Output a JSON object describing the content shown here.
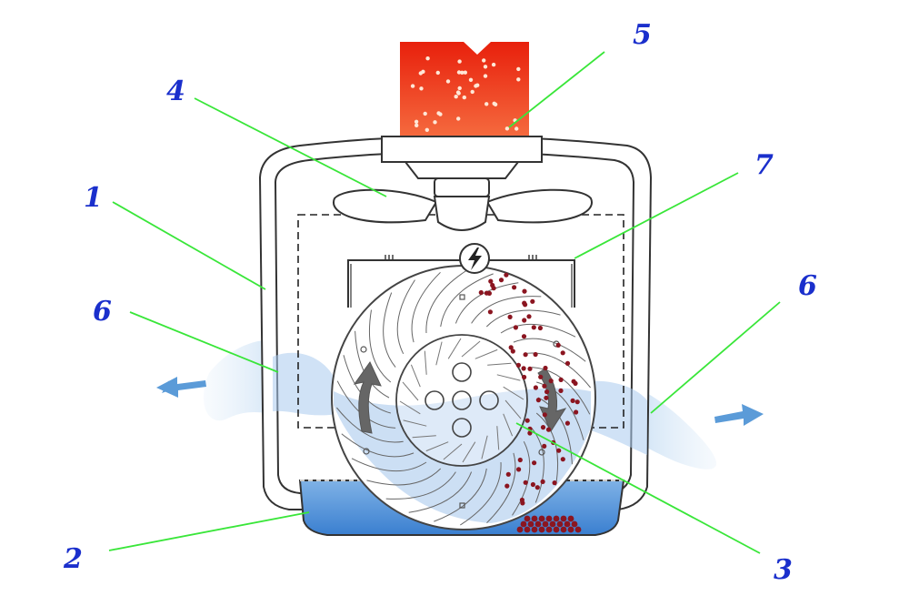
{
  "labels": {
    "housing": "1",
    "water_tray": "2",
    "disc_drum": "3",
    "fan": "4",
    "air_inlet": "5",
    "air_outlet_left": "6",
    "air_outlet_right": "6",
    "ionizer_plate": "7"
  },
  "colors": {
    "label_text": "#1a2fcc",
    "leader_line": "#39e639",
    "dirty_air": "#ee3311",
    "clean_air": "#9cc4ea",
    "water": "#4a8fd8",
    "particles": "#8b1520",
    "outline": "#333333"
  },
  "icons": {
    "ionizer": "lightning-bolt-icon",
    "rotation_left": "curved-arrow-up-icon",
    "rotation_right": "curved-arrow-down-icon"
  }
}
